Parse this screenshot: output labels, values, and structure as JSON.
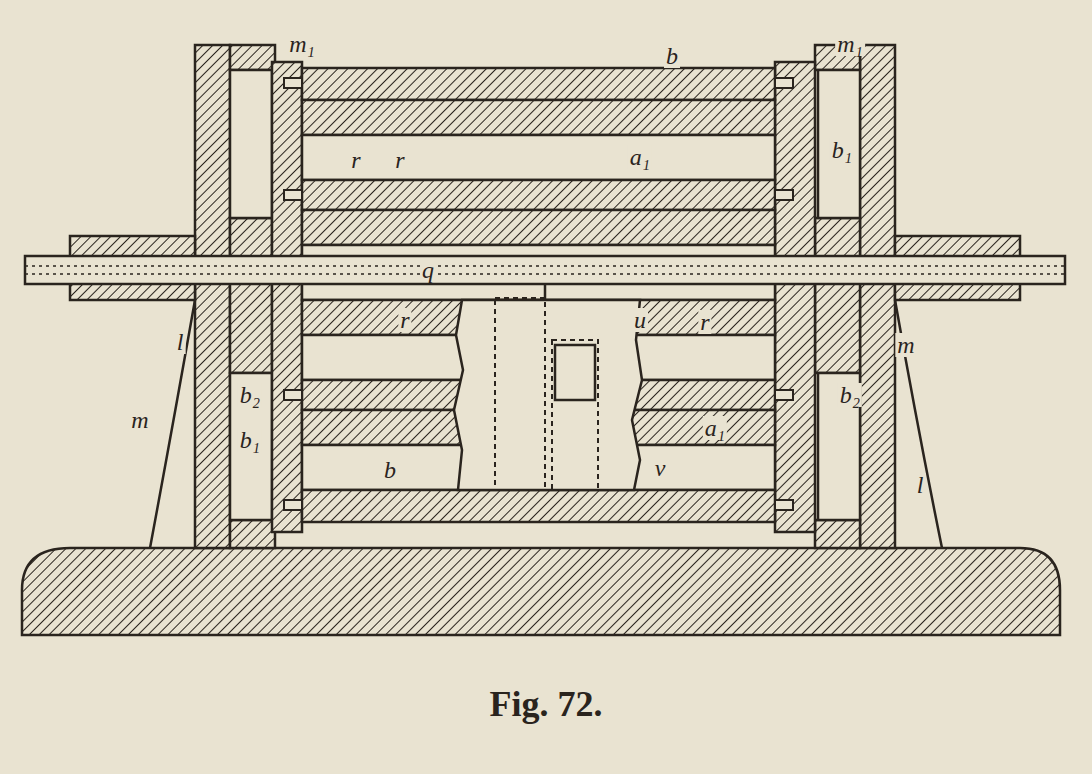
{
  "diagram": {
    "caption": "Fig. 72.",
    "labels": [
      "m₁",
      "b",
      "m₁",
      "r",
      "r",
      "a₁",
      "b₁",
      "q",
      "l",
      "r",
      "u",
      "r",
      "m",
      "b₂",
      "b₂",
      "m",
      "b₁",
      "a₁",
      "b",
      "v",
      "l"
    ]
  }
}
